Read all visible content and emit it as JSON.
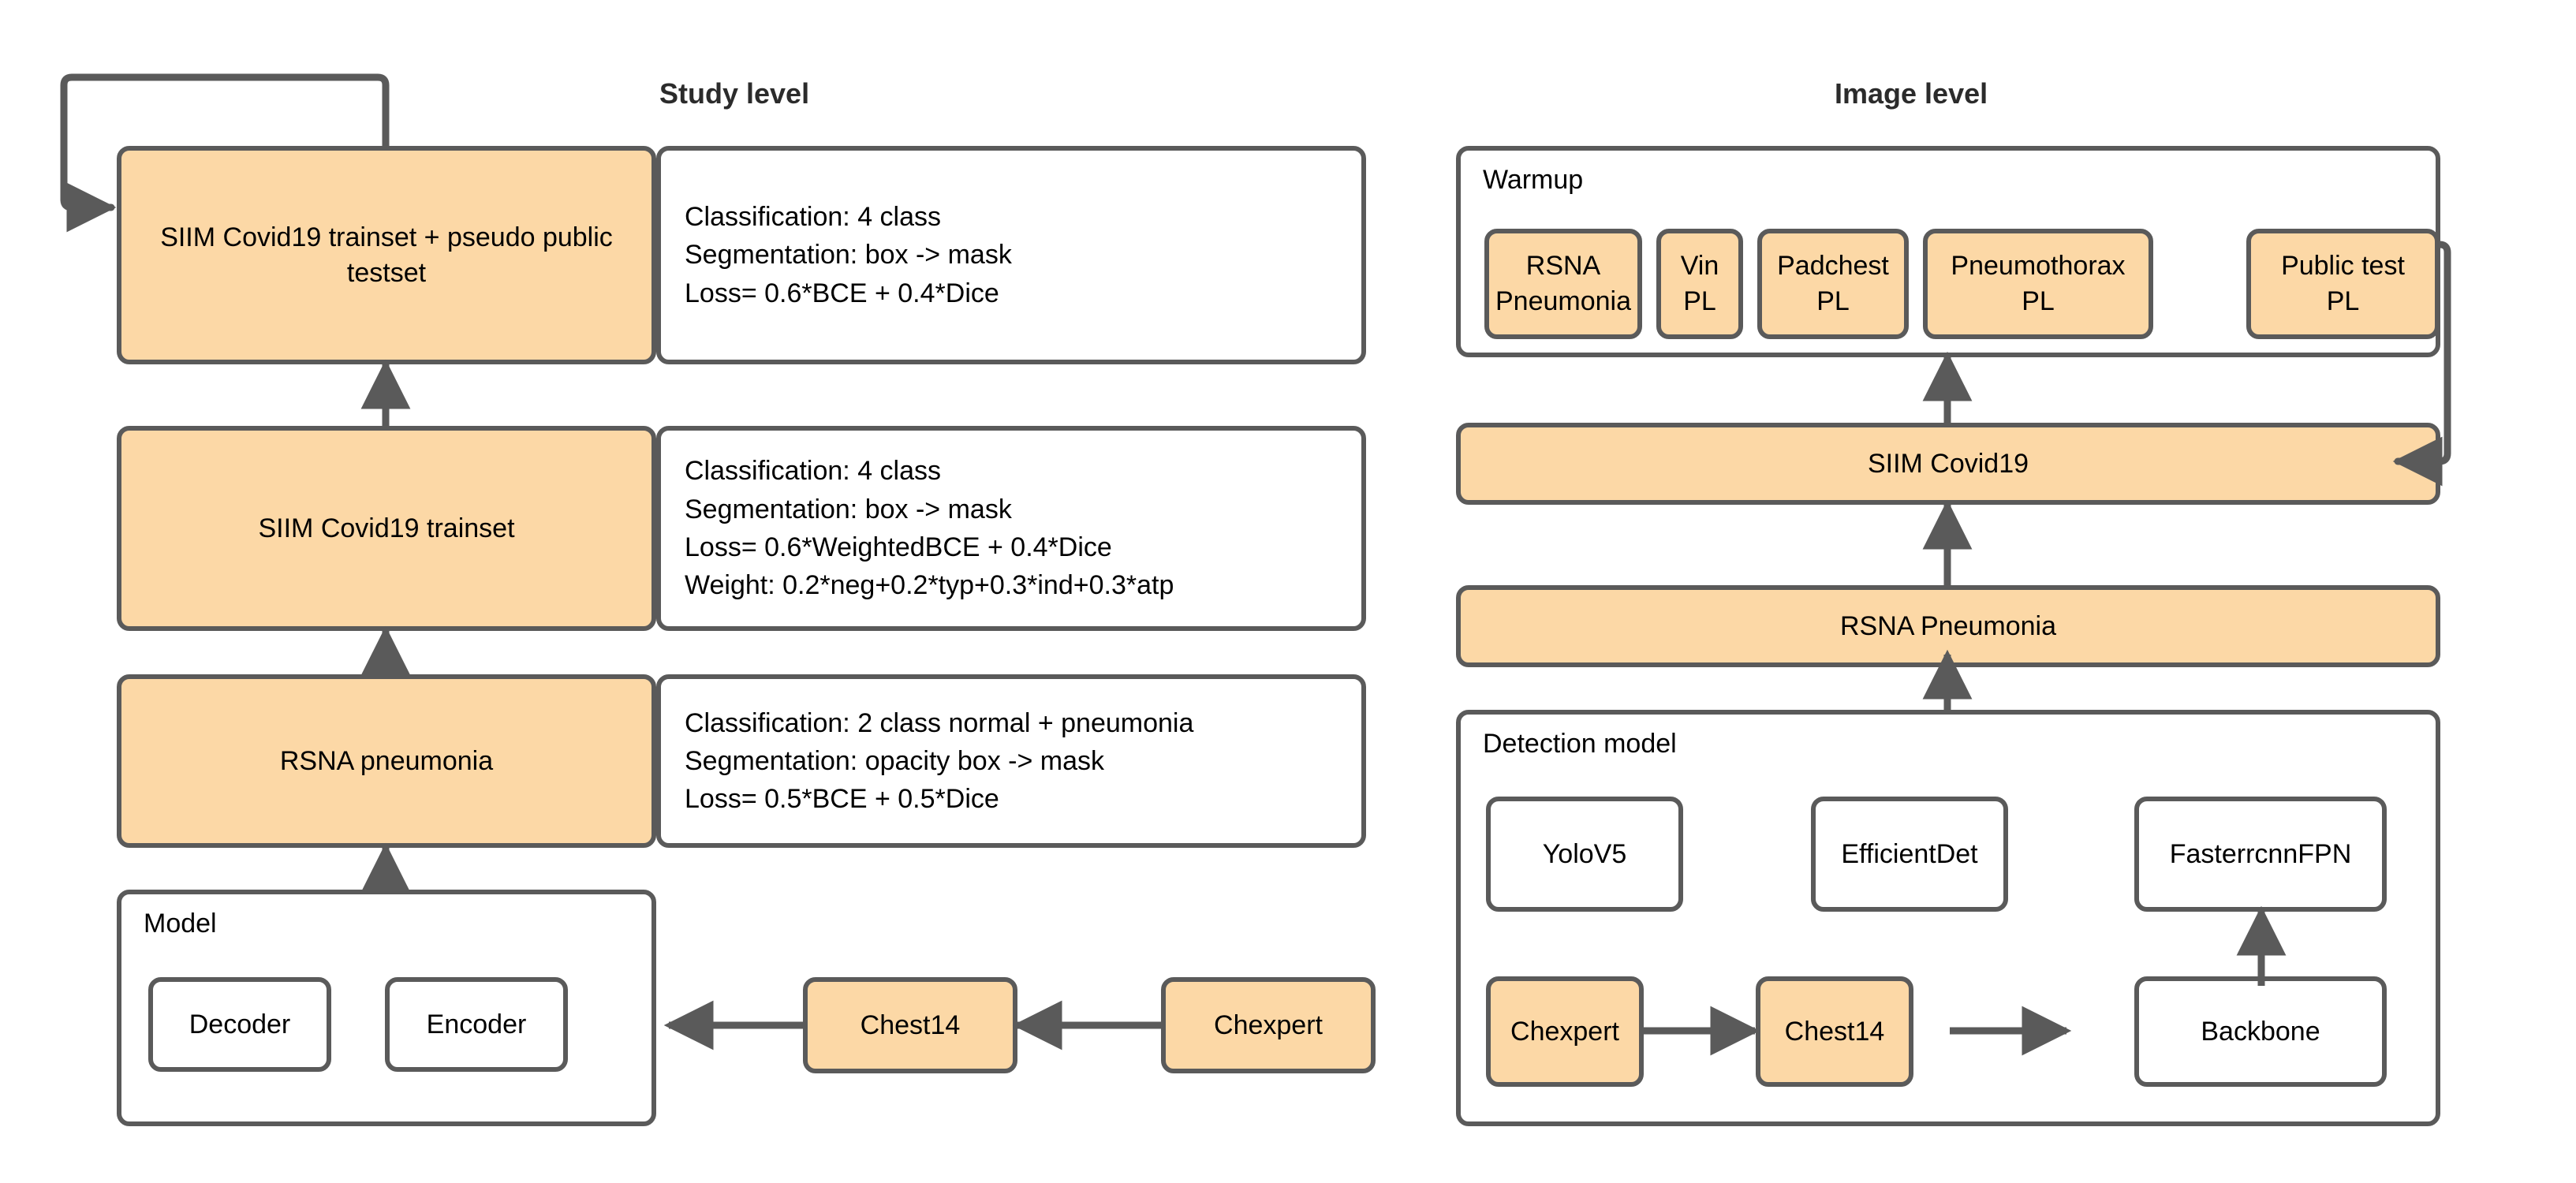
{
  "headings": {
    "study_level": "Study level",
    "image_level": "Image level"
  },
  "colors": {
    "node_fill": "#fcd8a6",
    "node_border": "#5a5a5a",
    "panel_fill": "#ffffff",
    "text": "#000000",
    "heading_text": "#2b2b2b",
    "connector": "#5a5a5a"
  },
  "study_level": {
    "stages": [
      {
        "box_label": "SIIM Covid19 trainset + pseudo public testset",
        "details": [
          "Classification: 4 class",
          "Segmentation: box -> mask",
          "Loss= 0.6*BCE + 0.4*Dice"
        ]
      },
      {
        "box_label": "SIIM Covid19 trainset",
        "details": [
          "Classification: 4 class",
          "Segmentation: box -> mask",
          "Loss= 0.6*WeightedBCE + 0.4*Dice",
          "Weight: 0.2*neg+0.2*typ+0.3*ind+0.3*atp"
        ]
      },
      {
        "box_label": "RSNA pneumonia",
        "details": [
          "Classification: 2 class normal + pneumonia",
          "Segmentation: opacity box -> mask",
          "Loss= 0.5*BCE + 0.5*Dice"
        ]
      }
    ],
    "model_group": {
      "title": "Model",
      "parts": [
        "Decoder",
        "Encoder"
      ]
    },
    "pretrain_chain": [
      "Chest14",
      "Chexpert"
    ]
  },
  "image_level": {
    "warmup_group": {
      "title": "Warmup",
      "datasets": [
        {
          "line1": "RSNA",
          "line2": "Pneumonia"
        },
        {
          "line1": "Vin",
          "line2": "PL"
        },
        {
          "line1": "Padchest",
          "line2": "PL"
        },
        {
          "line1": "Pneumothorax",
          "line2": "PL"
        },
        {
          "line1": "Public test",
          "line2": "PL"
        }
      ]
    },
    "stages": [
      "SIIM Covid19",
      "RSNA Pneumonia"
    ],
    "detection_group": {
      "title": "Detection model",
      "detectors": [
        "YoloV5",
        "EfficientDet",
        "FasterrcnnFPN"
      ],
      "pretrain_chain": [
        "Chexpert",
        "Chest14",
        "Backbone"
      ]
    }
  }
}
